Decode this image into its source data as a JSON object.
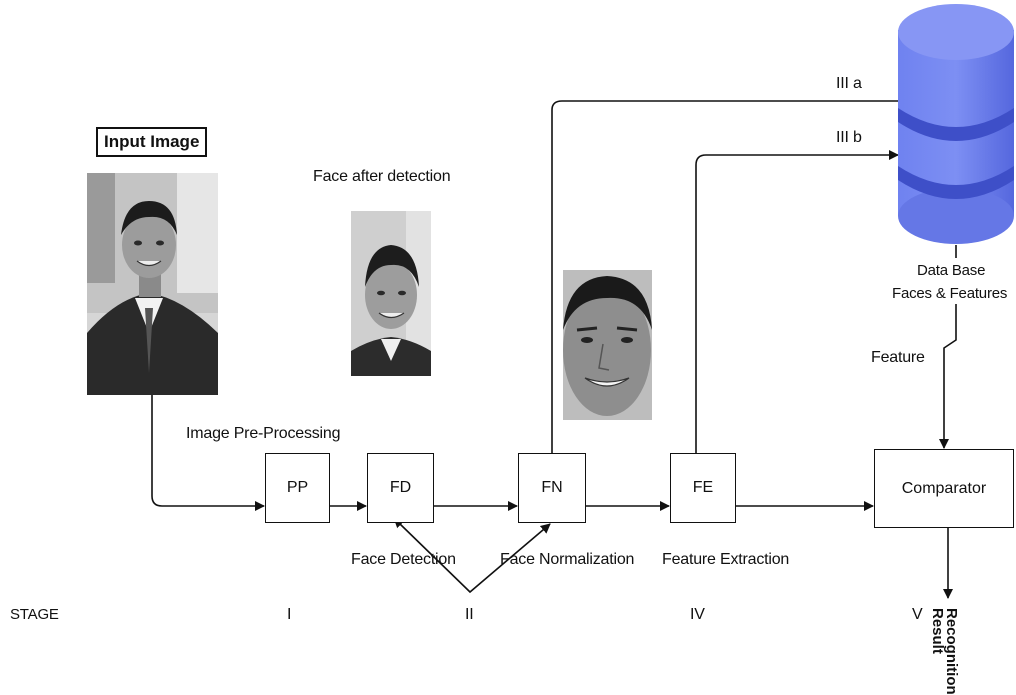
{
  "input": {
    "title": "Input Image"
  },
  "face_after_detection": "Face after detection",
  "preprocessing_label": "Image Pre-Processing",
  "blocks": {
    "pp": "PP",
    "fd": "FD",
    "fn": "FN",
    "fe": "FE",
    "comparator": "Comparator"
  },
  "captions": {
    "face_detection": "Face Detection",
    "face_normalization": "Face Normalization",
    "feature_extraction": "Feature Extraction"
  },
  "database": {
    "line1": "Data Base",
    "line2": "Faces & Features",
    "color": "#5b6fe6"
  },
  "arrows": {
    "iiia": "III a",
    "iiib": "III b",
    "feature": "Feature"
  },
  "result": {
    "line1": "Recognition",
    "line2": "Result"
  },
  "stages": {
    "label": "STAGE",
    "s1": "I",
    "s2": "II",
    "s4": "IV",
    "s5": "V"
  }
}
